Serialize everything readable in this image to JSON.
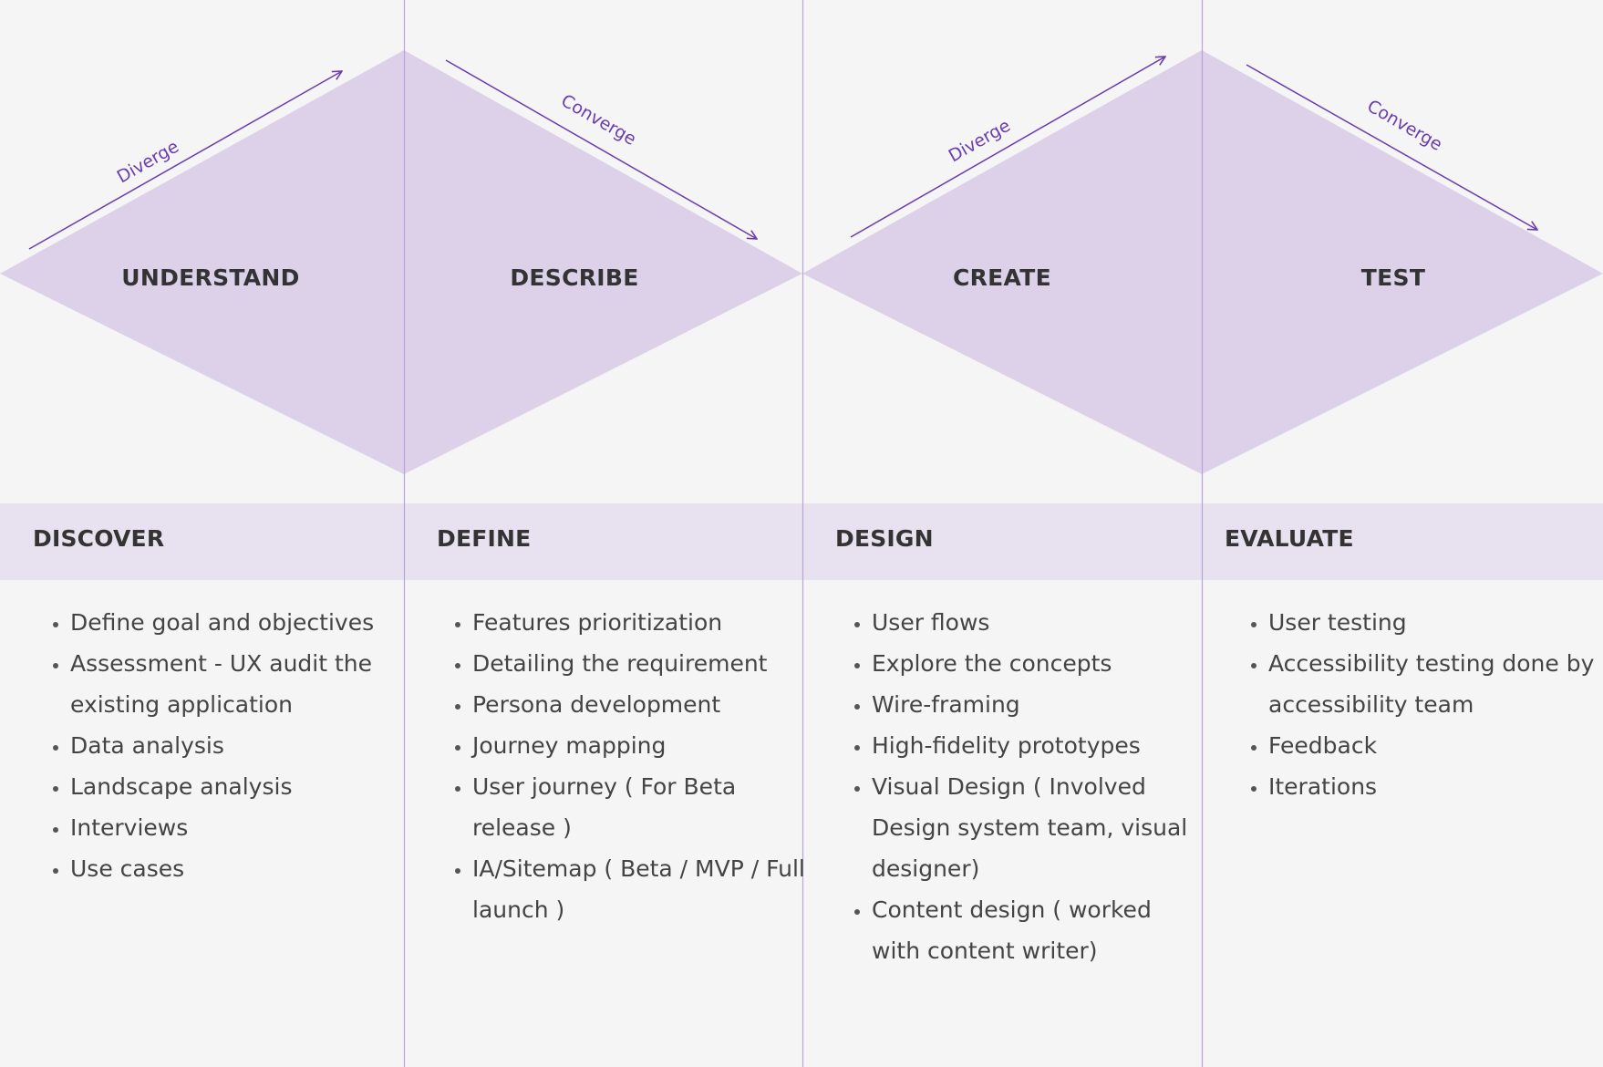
{
  "diagram": {
    "colors": {
      "background": "#f5f5f5",
      "diamond_fill": "#ddd1ea",
      "band_fill": "#e8e1f0",
      "divider": "#b8a4d6",
      "accent": "#6a3db0",
      "heading_text": "#333333",
      "body_text": "#444444"
    },
    "diamonds": [
      {
        "left_label": "UNDERSTAND",
        "right_label": "DESCRIBE",
        "diverge_label": "Diverge",
        "converge_label": "Converge"
      },
      {
        "left_label": "CREATE",
        "right_label": "TEST",
        "diverge_label": "Diverge",
        "converge_label": "Converge"
      }
    ],
    "phases": [
      {
        "title": "DISCOVER",
        "items": [
          "Define goal and objectives",
          "Assessment - UX audit the existing application",
          "Data analysis",
          "Landscape analysis",
          "Interviews",
          "Use cases"
        ]
      },
      {
        "title": "DEFINE",
        "items": [
          "Features prioritization",
          "Detailing the requirement",
          "Persona development",
          "Journey mapping",
          "User journey ( For Beta release )",
          "IA/Sitemap ( Beta / MVP / Full launch )"
        ]
      },
      {
        "title": "DESIGN",
        "items": [
          "User flows",
          "Explore the concepts",
          "Wire-framing",
          "High-fidelity prototypes",
          "Visual Design ( Involved Design system team, visual designer)",
          "Content design ( worked with content writer)"
        ]
      },
      {
        "title": "EVALUATE",
        "items": [
          "User testing",
          "Accessibility testing done by accessibility team",
          "Feedback",
          "Iterations"
        ]
      }
    ]
  }
}
